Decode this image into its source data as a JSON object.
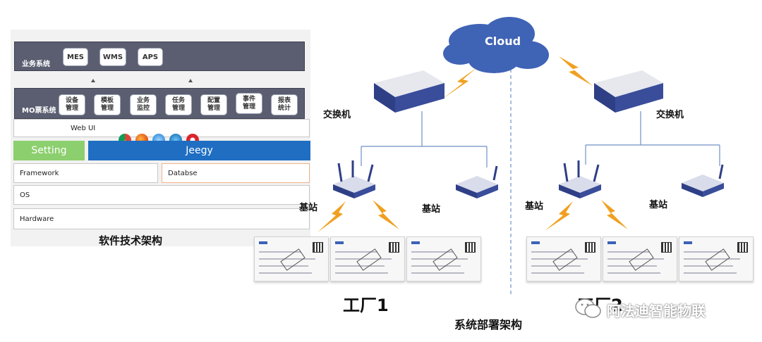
{
  "software_stack": {
    "business_system": {
      "label": "业务系统",
      "items": [
        "MES",
        "WMS",
        "APS"
      ]
    },
    "mo_system": {
      "label": "MO票系统",
      "modules": [
        "设备\n管理",
        "模板\n管理",
        "业务\n监控",
        "任务\n管理",
        "配置\n管理",
        "事件\n管理",
        "报表\n统计"
      ]
    },
    "web_ui": "Web UI",
    "setting": "Setting",
    "jeegy": "Jeegy",
    "framework": "Framework",
    "database": "Databse",
    "os": "OS",
    "hardware": "Hardware",
    "caption": "软件技术架构",
    "browser_icons": [
      "chrome-icon",
      "firefox-icon",
      "safari-icon",
      "edge-icon",
      "opera-icon"
    ]
  },
  "network": {
    "cloud": "Cloud",
    "switch_left": "交换机",
    "switch_right": "交换机",
    "base_labels": [
      "基站",
      "基站",
      "基站",
      "基站"
    ],
    "factory_1": "工厂1",
    "factory_2": "工厂2",
    "caption": "系统部署架构",
    "watermark": "阿法迪智能物联",
    "colors": {
      "cloud": "#3f63b5",
      "device": "#2e3f86",
      "lightning": "#f0a020",
      "link": "#6f8fc8"
    }
  }
}
